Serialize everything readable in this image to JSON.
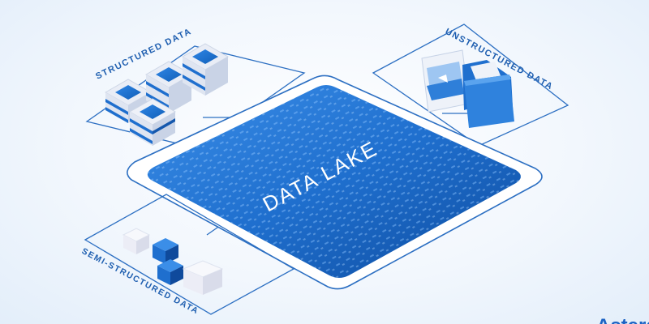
{
  "diagram": {
    "center_label": "DATA LAKE",
    "structured_label": "STRUCTURED DATA",
    "unstructured_label": "UNSTRUCTURED DATA",
    "semi_structured_label": "SEMI-STRUCTURED DATA",
    "brand_partial": "Astera"
  },
  "colors": {
    "primary_blue": "#1f6fce",
    "dark_blue": "#0f4a9c",
    "line_blue": "#2c6fc2",
    "light_tile": "#eef1f8"
  },
  "icons": {
    "structured": "server-stack-icon",
    "unstructured": "folder-video-icon",
    "semi_structured": "cubes-icon"
  }
}
